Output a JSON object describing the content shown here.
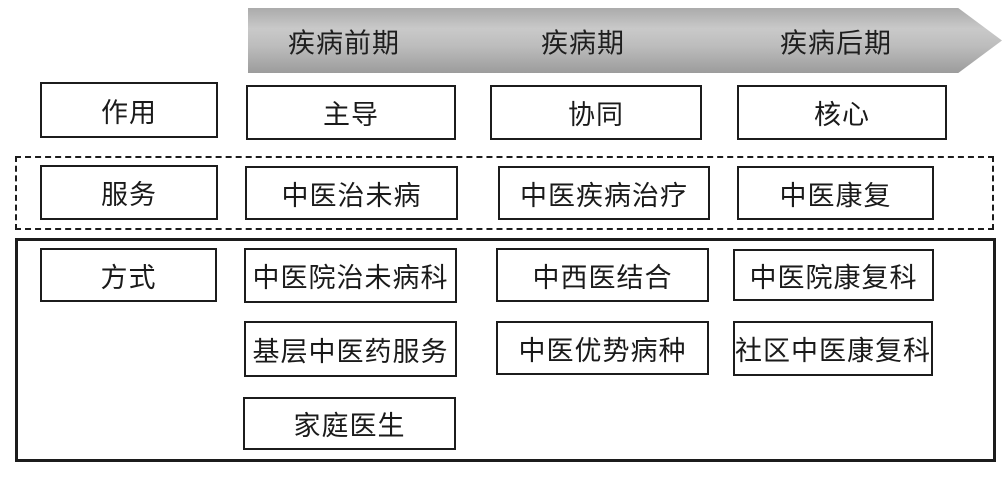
{
  "timeline": {
    "stages": [
      {
        "label": "疾病前期"
      },
      {
        "label": "疾病期"
      },
      {
        "label": "疾病后期"
      }
    ]
  },
  "rows": {
    "role": {
      "header": "作用",
      "cells": [
        "主导",
        "协同",
        "核心"
      ]
    },
    "service": {
      "header": "服务",
      "cells": [
        "中医治未病",
        "中医疾病治疗",
        "中医康复"
      ]
    },
    "method": {
      "header": "方式",
      "pre_stage": [
        "中医院治未病科",
        "基层中医药服务",
        "家庭医生"
      ],
      "mid_stage": [
        "中西医结合",
        "中医优势病种"
      ],
      "post_stage": [
        "中医院康复科",
        "社区中医康复科"
      ]
    }
  },
  "colors": {
    "background": "#ffffff",
    "box_border": "#1c1c1c",
    "text": "#1a1a1a",
    "arrow_gradient_top": "#ababab",
    "arrow_gradient_light": "#c9c9c9",
    "arrow_gradient_bottom": "#9c9c9c"
  }
}
